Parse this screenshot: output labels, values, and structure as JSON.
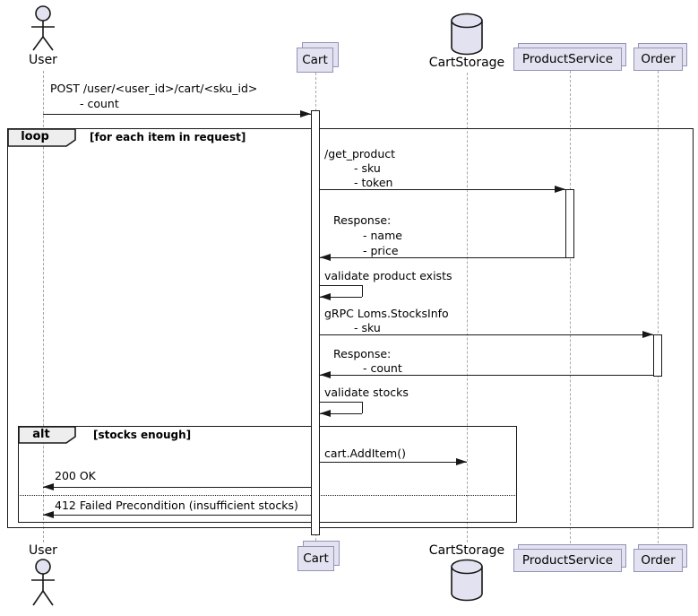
{
  "participants": {
    "user": {
      "label": "User",
      "type": "actor"
    },
    "cart": {
      "label": "Cart",
      "type": "collections"
    },
    "cart_storage": {
      "label": "CartStorage",
      "type": "database"
    },
    "product_service": {
      "label": "ProductService",
      "type": "collections"
    },
    "order": {
      "label": "Order",
      "type": "collections"
    }
  },
  "frames": {
    "loop": {
      "keyword": "loop",
      "guard": "[for each item in request]"
    },
    "alt": {
      "keyword": "alt",
      "guard": "[stocks enough]"
    }
  },
  "messages": {
    "post": {
      "from": "User",
      "to": "Cart",
      "lines": [
        "POST /user/<user_id>/cart/<sku_id>",
        "- count"
      ]
    },
    "get_product": {
      "from": "Cart",
      "to": "ProductService",
      "lines": [
        "/get_product",
        "- sku",
        "- token"
      ]
    },
    "product_response": {
      "from": "ProductService",
      "to": "Cart",
      "lines": [
        "Response:",
        "- name",
        "- price"
      ]
    },
    "validate_product": {
      "from": "Cart",
      "to": "Cart",
      "label": "validate product exists"
    },
    "stocks_info": {
      "from": "Cart",
      "to": "Order",
      "lines": [
        "gRPC Loms.StocksInfo",
        "- sku"
      ]
    },
    "stocks_response": {
      "from": "Order",
      "to": "Cart",
      "lines": [
        "Response:",
        "- count"
      ]
    },
    "validate_stocks": {
      "from": "Cart",
      "to": "Cart",
      "label": "validate stocks"
    },
    "add_item": {
      "from": "Cart",
      "to": "CartStorage",
      "label": "cart.AddItem()"
    },
    "ok": {
      "from": "Cart",
      "to": "User",
      "label": "200 OK"
    },
    "failed": {
      "from": "Cart",
      "to": "User",
      "label": "412 Failed Precondition (insufficient stocks)"
    }
  },
  "colors": {
    "participant_fill": "#E2E2F0",
    "participant_border": "#9393B7",
    "frame_border": "#181818",
    "frame_label_fill": "#EEEEEE",
    "lifeline": "#A8A8A8",
    "message_line": "#181818"
  }
}
